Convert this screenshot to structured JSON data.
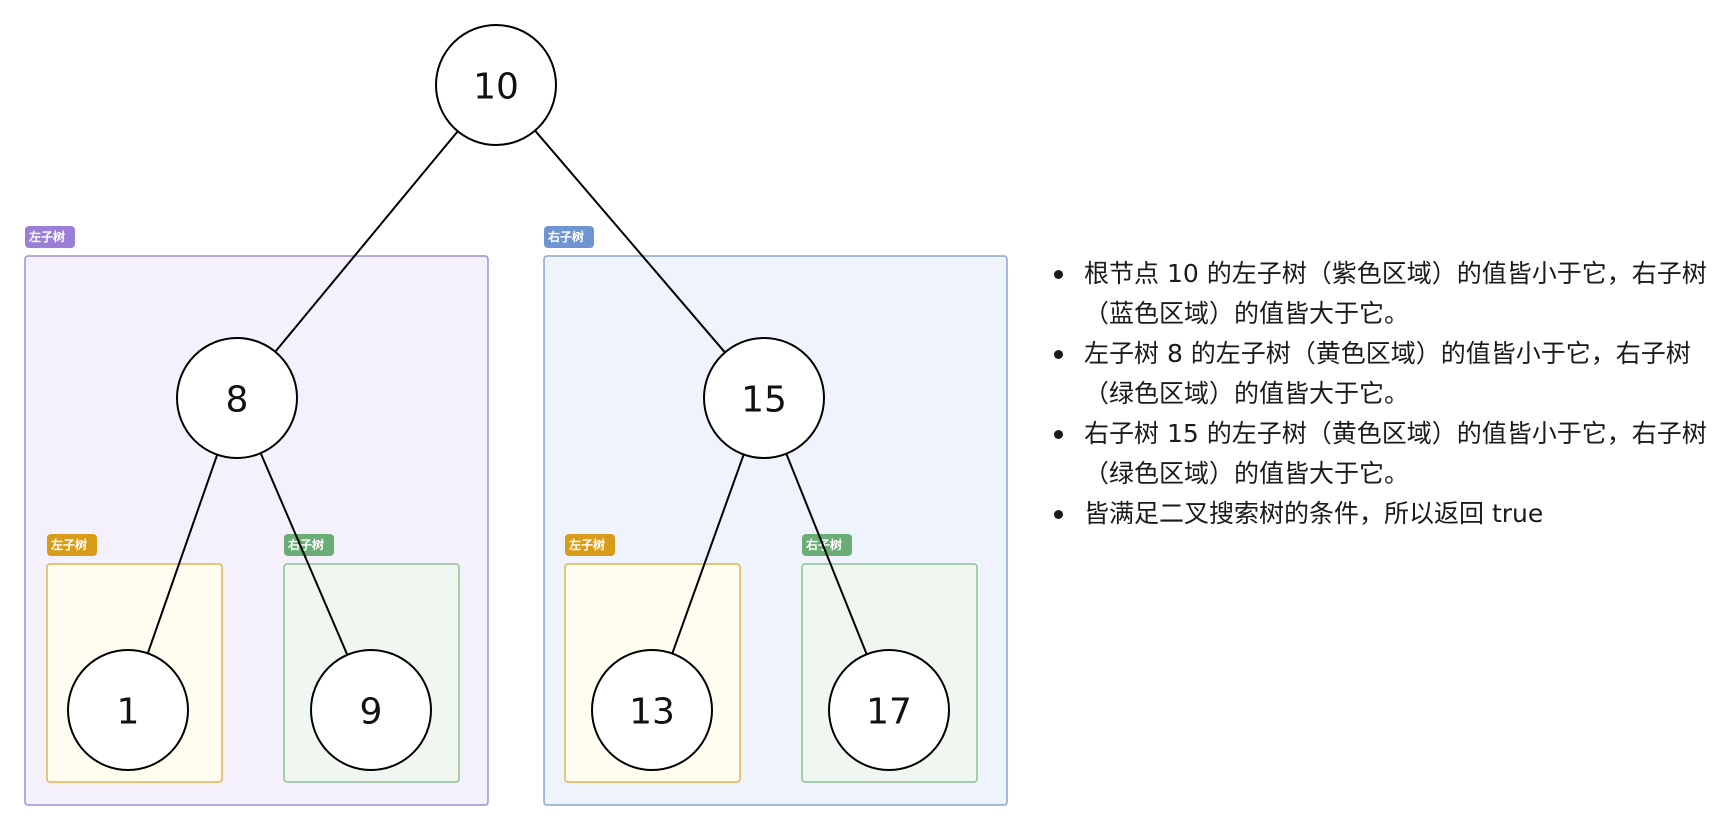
{
  "tree": {
    "regions": [
      {
        "id": "root-left",
        "tag": "左子树",
        "fill": "#f4f1fc",
        "stroke": "#a08fd6",
        "tag_color": "#9b7fd4"
      },
      {
        "id": "root-right",
        "tag": "右子树",
        "fill": "#eff3fb",
        "stroke": "#86a6d2",
        "tag_color": "#6e95d1"
      },
      {
        "id": "n8-left",
        "tag": "左子树",
        "fill": "#fffcf0",
        "stroke": "#e3b34a",
        "tag_color": "#d99c1a"
      },
      {
        "id": "n8-right",
        "tag": "右子树",
        "fill": "#f0f7f0",
        "stroke": "#8dc196",
        "tag_color": "#6aad75"
      },
      {
        "id": "n15-left",
        "tag": "左子树",
        "fill": "#fffcf0",
        "stroke": "#e3b34a",
        "tag_color": "#d99c1a"
      },
      {
        "id": "n15-right",
        "tag": "右子树",
        "fill": "#f0f7f0",
        "stroke": "#8dc196",
        "tag_color": "#6aad75"
      }
    ],
    "nodes": [
      {
        "id": "n10",
        "value": "10"
      },
      {
        "id": "n8",
        "value": "8"
      },
      {
        "id": "n15",
        "value": "15"
      },
      {
        "id": "n1",
        "value": "1"
      },
      {
        "id": "n9",
        "value": "9"
      },
      {
        "id": "n13",
        "value": "13"
      },
      {
        "id": "n17",
        "value": "17"
      }
    ],
    "edges": [
      {
        "from": "n10",
        "to": "n8"
      },
      {
        "from": "n10",
        "to": "n15"
      },
      {
        "from": "n8",
        "to": "n1"
      },
      {
        "from": "n8",
        "to": "n9"
      },
      {
        "from": "n15",
        "to": "n13"
      },
      {
        "from": "n15",
        "to": "n17"
      }
    ]
  },
  "notes": [
    "根节点 10 的左子树（紫色区域）的值皆小于它，右子树（蓝色区域）的值皆大于它。",
    "左子树 8 的左子树（黄色区域）的值皆小于它，右子树（绿色区域）的值皆大于它。",
    "右子树 15 的左子树（黄色区域）的值皆小于它，右子树（绿色区域）的值皆大于它。",
    "皆满足二叉搜索树的条件，所以返回 true"
  ]
}
